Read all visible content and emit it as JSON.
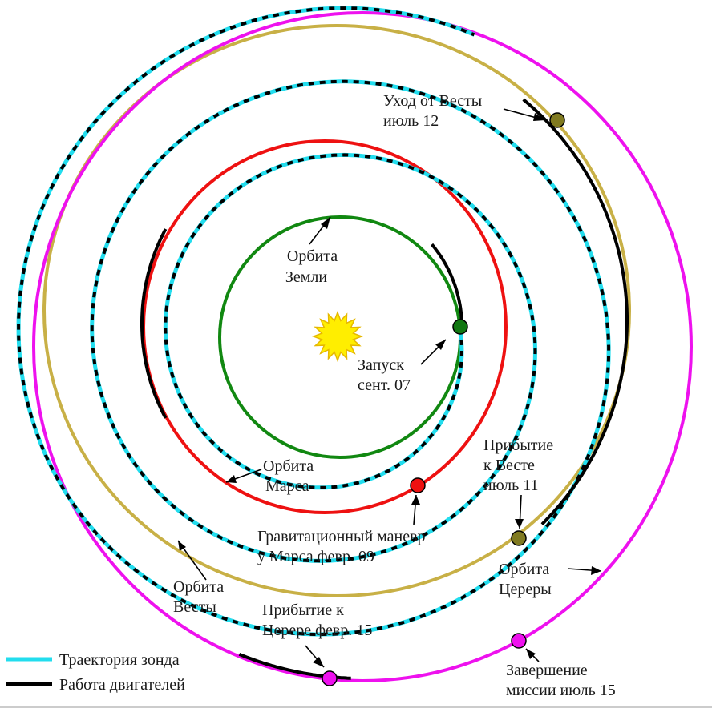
{
  "colors": {
    "earth_orbit": "#118811",
    "mars_orbit": "#ee1111",
    "vesta_orbit": "#c8b046",
    "ceres_orbit": "#ee11ee",
    "probe_trajectory": "#22ddee",
    "engine_thrust": "#000000",
    "sun_fill": "#ffee00",
    "sun_stroke": "#e6b800",
    "earth_marker": "#117711",
    "mars_marker": "#ee1111",
    "vesta_marker": "#807a20",
    "ceres_marker": "#ee11ee"
  },
  "labels": {
    "earth_orbit": [
      "Орбита",
      "Земли"
    ],
    "launch": [
      "Запуск",
      "сент. 07"
    ],
    "mars_orbit": [
      "Орбита",
      "Марса"
    ],
    "mars_flyby": [
      "Гравитационный маневр",
      "у Марса февр. 09"
    ],
    "vesta_arrival": [
      "Прибытие",
      "к Весте",
      "июль 11"
    ],
    "vesta_departure": [
      "Уход от Весты",
      "июль 12"
    ],
    "vesta_orbit": [
      "Орбита",
      "Весты"
    ],
    "ceres_orbit": [
      "Орбита",
      "Цереры"
    ],
    "ceres_arrival": [
      "Прибытие к",
      "Церере февр. 15"
    ],
    "mission_end": [
      "Завершение",
      "миссии июль 15"
    ]
  },
  "legend": {
    "probe_trajectory": "Траектория зонда",
    "engine_thrust": "Работа двигателей"
  },
  "icons": {
    "sun": "sun-icon"
  }
}
